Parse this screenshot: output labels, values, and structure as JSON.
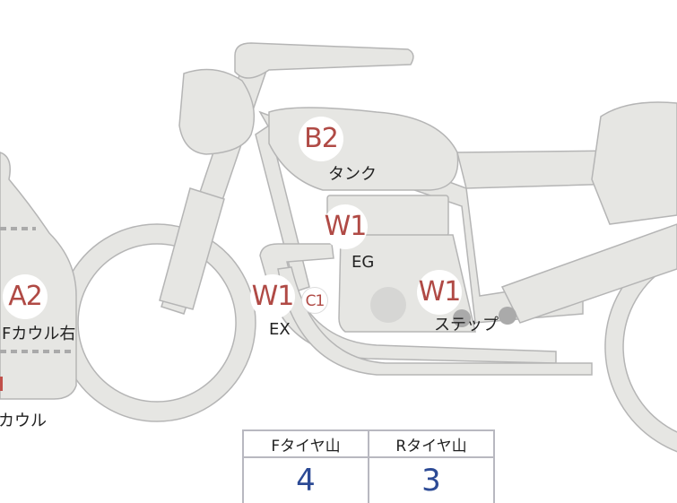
{
  "parts": [
    {
      "code": "B2",
      "label": "タンク"
    },
    {
      "code": "W1",
      "label": "EG"
    },
    {
      "code": "W1",
      "label": "EX"
    },
    {
      "code": "C1",
      "label": ""
    },
    {
      "code": "W1",
      "label": "ステップ"
    },
    {
      "code": "A2",
      "label": "Fカウル右"
    },
    {
      "code": "",
      "label": "カウル"
    }
  ],
  "tires": {
    "front_label": "Fタイヤ山",
    "front_value": "4",
    "rear_label": "Rタイヤ山",
    "rear_value": "3"
  },
  "colors": {
    "part_fill": "#e6e6e3",
    "part_stroke": "#b5b5b5",
    "code_text": "#b04a45",
    "tire_value": "#2c4a95"
  }
}
